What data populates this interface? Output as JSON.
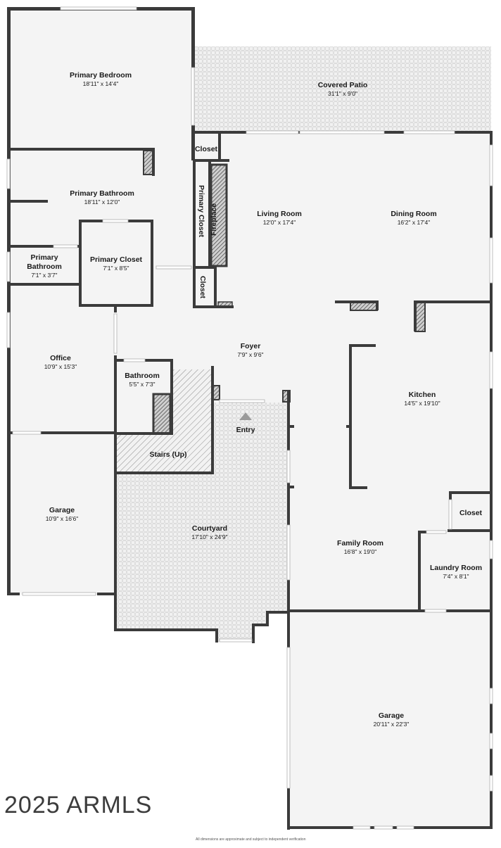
{
  "rooms": {
    "primary_bedroom": {
      "name": "Primary Bedroom",
      "dims": "18'11\" x 14'4\""
    },
    "covered_patio": {
      "name": "Covered Patio",
      "dims": "31'1\" x 9'0\""
    },
    "closet_top": {
      "name": "Closet"
    },
    "primary_bathroom": {
      "name": "Primary Bathroom",
      "dims": "18'11\" x 12'0\""
    },
    "primary_closet_vertical": {
      "name": "Primary Closet"
    },
    "fireplace": {
      "name": "Fireplace"
    },
    "living_room": {
      "name": "Living Room",
      "dims": "12'0\" x 17'4\""
    },
    "dining_room": {
      "name": "Dining Room",
      "dims": "16'2\" x 17'4\""
    },
    "primary_bathroom_small": {
      "name_line1": "Primary",
      "name_line2": "Bathroom",
      "dims": "7'1\" x 3'7\""
    },
    "primary_closet": {
      "name": "Primary Closet",
      "dims": "7'1\" x 8'5\""
    },
    "closet_mid": {
      "name": "Closet"
    },
    "foyer": {
      "name": "Foyer",
      "dims": "7'9\" x 9'6\""
    },
    "office": {
      "name": "Office",
      "dims": "10'9\" x 15'3\""
    },
    "bathroom": {
      "name": "Bathroom",
      "dims": "5'5\" x 7'3\""
    },
    "kitchen": {
      "name": "Kitchen",
      "dims": "14'5\" x 19'10\""
    },
    "entry": {
      "name": "Entry"
    },
    "stairs": {
      "name": "Stairs (Up)"
    },
    "garage_small": {
      "name": "Garage",
      "dims": "10'9\" x 16'6\""
    },
    "closet_right": {
      "name": "Closet"
    },
    "courtyard": {
      "name": "Courtyard",
      "dims": "17'10\" x 24'9\""
    },
    "family_room": {
      "name": "Family Room",
      "dims": "16'8\" x 19'0\""
    },
    "laundry_room": {
      "name": "Laundry Room",
      "dims": "7'4\" x 8'1\""
    },
    "garage_large": {
      "name": "Garage",
      "dims": "20'11\" x 22'3\""
    }
  },
  "watermark": "2025 ARMLS",
  "disclaimer": "All dimensions are approximate and subject to independent verification"
}
